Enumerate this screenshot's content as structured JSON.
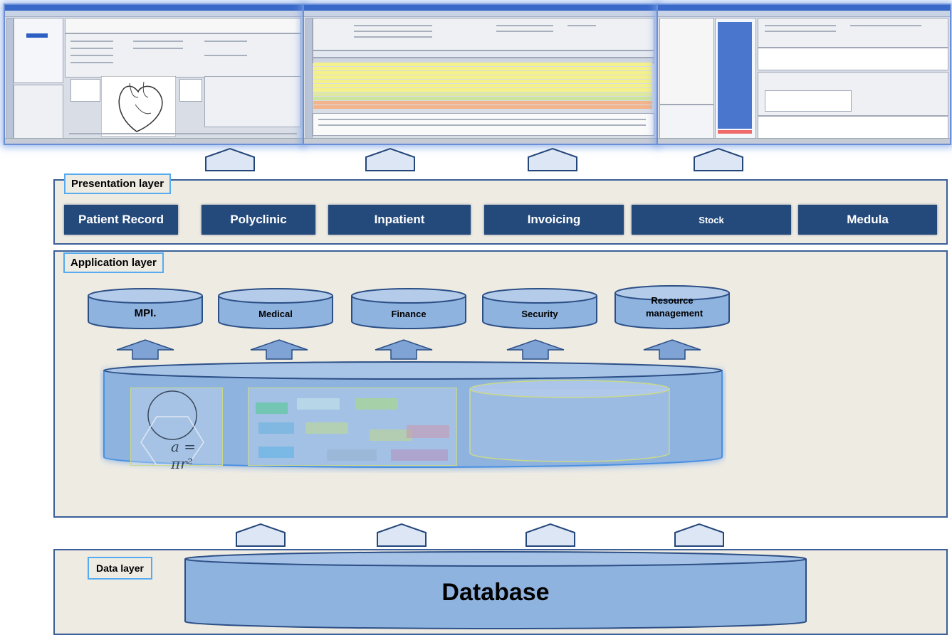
{
  "layers": {
    "presentation": {
      "label": "Presentation layer",
      "modules": [
        "Patient Record",
        "Polyclinic",
        "Inpatient",
        "Invoicing",
        "Stock",
        "Medula"
      ]
    },
    "application": {
      "label": "Application layer",
      "services": [
        "MPI.",
        "Medical",
        "Finance",
        "Security",
        "Resource management"
      ],
      "formula": "a = πr²"
    },
    "data": {
      "label": "Data layer",
      "store": "Database"
    }
  },
  "colors": {
    "module_fill": "#244a7c",
    "layer_fill": "#eeebe3",
    "layer_border": "#3a5f99",
    "tag_border": "#55aaf0",
    "cylinder_fill": "#8fb3df",
    "glow": "#4a90e2"
  }
}
